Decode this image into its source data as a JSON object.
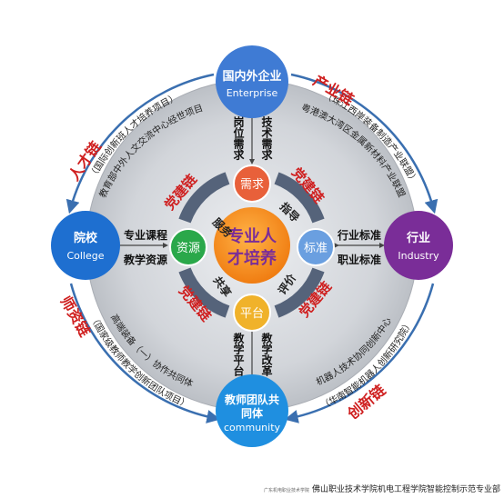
{
  "center": {
    "line1": "专业人",
    "line2": "才培养"
  },
  "nodes": {
    "enterprise": {
      "cn": "国内外企业",
      "en": "Enterprise",
      "color": "#3f7bd4"
    },
    "college": {
      "cn": "院校",
      "en": "College",
      "color": "#1e6fd0"
    },
    "industry": {
      "cn": "行业",
      "en": "Industry",
      "color": "#7a2d98"
    },
    "community": {
      "cn1": "教师团队共",
      "cn2": "同体",
      "en": "community",
      "color": "#1f8fe0"
    }
  },
  "inner_nodes": {
    "demand": {
      "label": "需求",
      "color": "#e8603a"
    },
    "resource": {
      "label": "资源",
      "color": "#2aa84a"
    },
    "standard": {
      "label": "标准",
      "color": "#6a9fe0"
    },
    "platform": {
      "label": "平台",
      "color": "#f0b22a"
    }
  },
  "ring_labels": {
    "tl": "党建链",
    "tr": "党建链",
    "bl": "党建链",
    "br": "党建链",
    "top": "服务",
    "right_top": "指导",
    "right_bottom": "评价",
    "bottom": "共享"
  },
  "spoke_labels": {
    "top_left": "岗位需求",
    "top_right": "技术需求",
    "left_top": "专业课程",
    "left_bottom": "教学资源",
    "right_top": "行业标准",
    "right_bottom": "职业标准",
    "bottom_left": "教学平台",
    "bottom_right": "教学改革"
  },
  "chains": {
    "talent": {
      "title": "人才链",
      "outer": "（国际创新班人才培养项目）",
      "inner": "教育部中外人文交流中心经世项目"
    },
    "industry": {
      "title": "产业链",
      "outer": "（珠江西岸装备制造产业联盟）",
      "inner": "粤港澳大湾区金属新材料产业联盟"
    },
    "teacher": {
      "title": "师资链",
      "outer": "（国家级教师教学创新团队项目）",
      "inner": "高端装备（一）协作共同体"
    },
    "innovation": {
      "title": "创新链",
      "outer": "（华南智能机器人创新研究院）",
      "inner": "机器人技术协同创新中心"
    }
  },
  "footer": {
    "small": "广东机电职业技术学院",
    "main": "佛山职业技术学院机电工程学院智能控制示范专业部"
  },
  "colors": {
    "red": "#cf1f1f",
    "arrow": "#3a6fb0",
    "ring": "#5a6e8c",
    "disc": "#c3c7cd"
  }
}
